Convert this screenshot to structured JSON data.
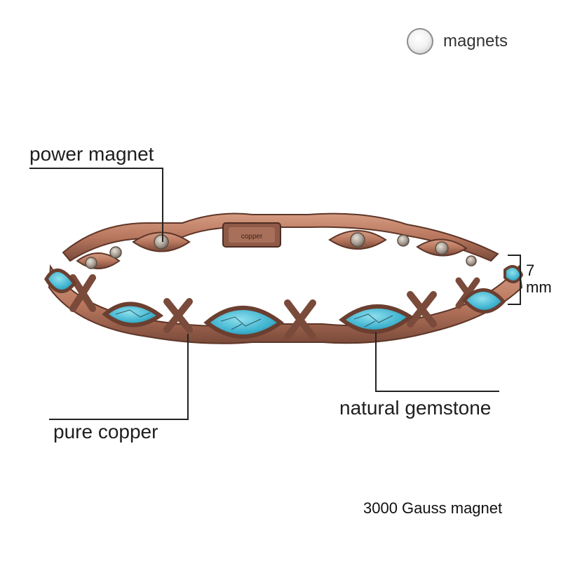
{
  "legend": {
    "icon": "magnet-circle-icon",
    "text": "magnets"
  },
  "callouts": {
    "power_magnet": "power magnet",
    "pure_copper": "pure copper",
    "natural_gemstone": "natural gemstone"
  },
  "dimension": {
    "value": "7",
    "unit": "mm"
  },
  "clasp_engraving": "copper",
  "footnote": "3000 Gauss magnet",
  "colors": {
    "copper": "#b8775e",
    "copper_dark": "#7a4a3a",
    "turquoise": "#3fb3cf",
    "magnet": "#9a8f86"
  }
}
